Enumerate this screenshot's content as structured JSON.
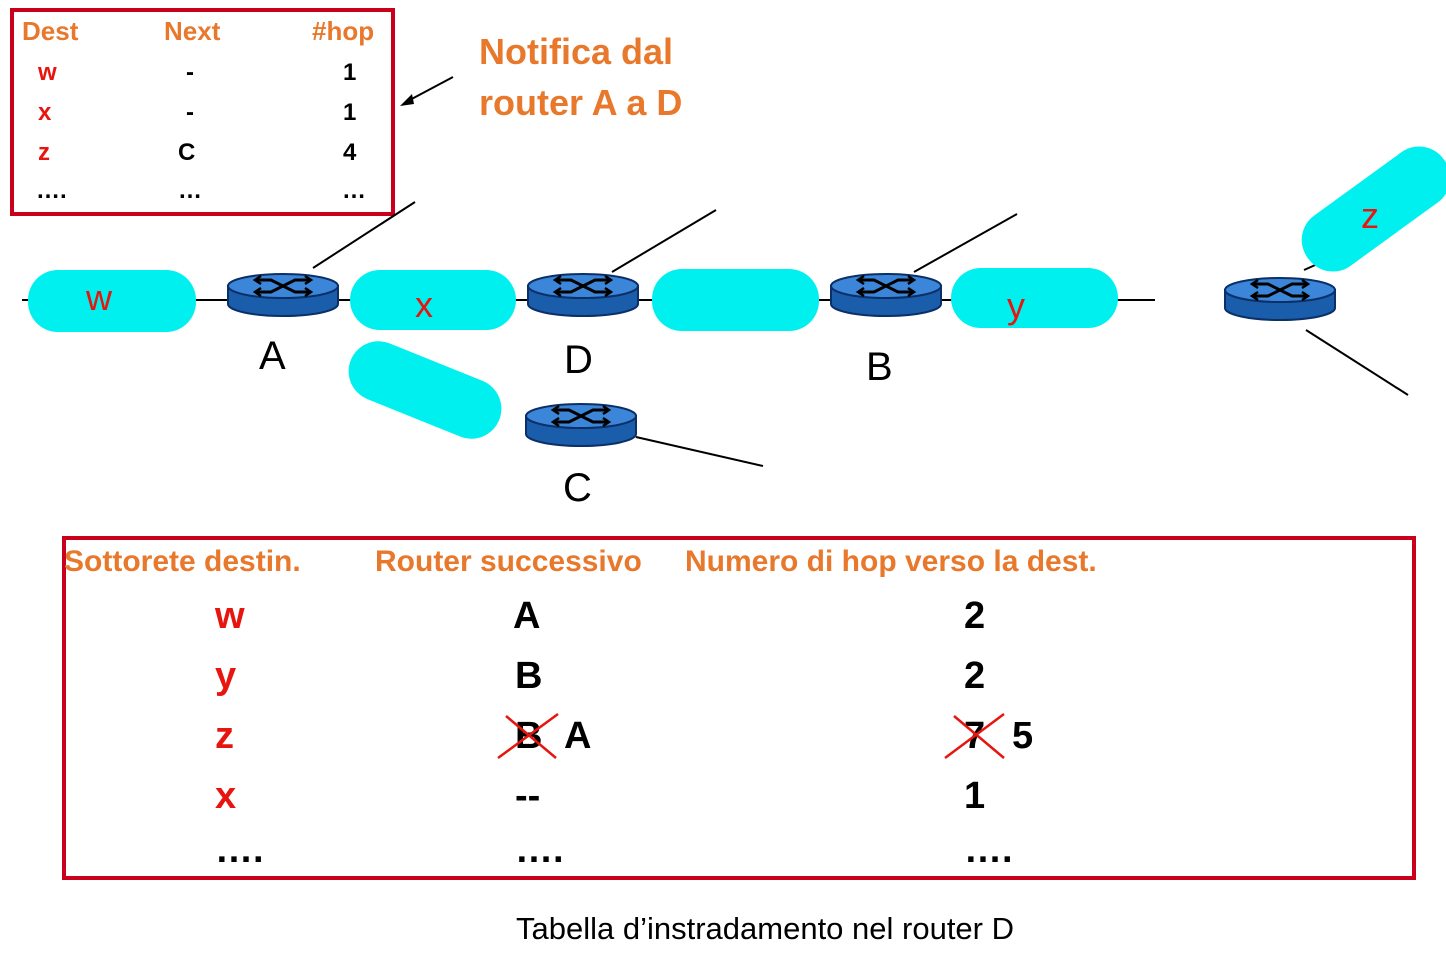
{
  "notification": {
    "headers": {
      "dest": "Dest",
      "next": "Next",
      "hops": "#hop"
    },
    "rows": [
      {
        "dest": "w",
        "next": "-",
        "hops": "1"
      },
      {
        "dest": "x",
        "next": "-",
        "hops": "1"
      },
      {
        "dest": "z",
        "next": "C",
        "hops": "4"
      },
      {
        "dest": "….",
        "next": "…",
        "hops": "…"
      }
    ],
    "caption_line1": "Notifica dal",
    "caption_line2": "router A a D"
  },
  "network": {
    "subnets": {
      "w": "w",
      "x": "x",
      "y": "y",
      "z": "z"
    },
    "routers": {
      "A": "A",
      "D": "D",
      "B": "B",
      "C": "C"
    },
    "cloud_color": "#00F0F0",
    "router_color": "#1F6FC6"
  },
  "routing_table": {
    "headers": {
      "dest": "Sottorete destin.",
      "next": "Router successivo",
      "hops": "Numero di hop verso la dest."
    },
    "rows": [
      {
        "dest": "w",
        "next": "A",
        "hops": "2"
      },
      {
        "dest": "y",
        "next": "B",
        "hops": "2"
      },
      {
        "dest": "z",
        "next_old": "B",
        "next": "A",
        "hops_old": "7",
        "hops": "5"
      },
      {
        "dest": "x",
        "next": "--",
        "hops": "1"
      },
      {
        "dest": "….",
        "next": "….",
        "hops": "…."
      }
    ],
    "caption": "Tabella d’instradamento nel router D"
  },
  "colors": {
    "header": "#E8782B",
    "dest": "#E8150F",
    "border": "#C8001B",
    "strike": "#E8150F"
  }
}
